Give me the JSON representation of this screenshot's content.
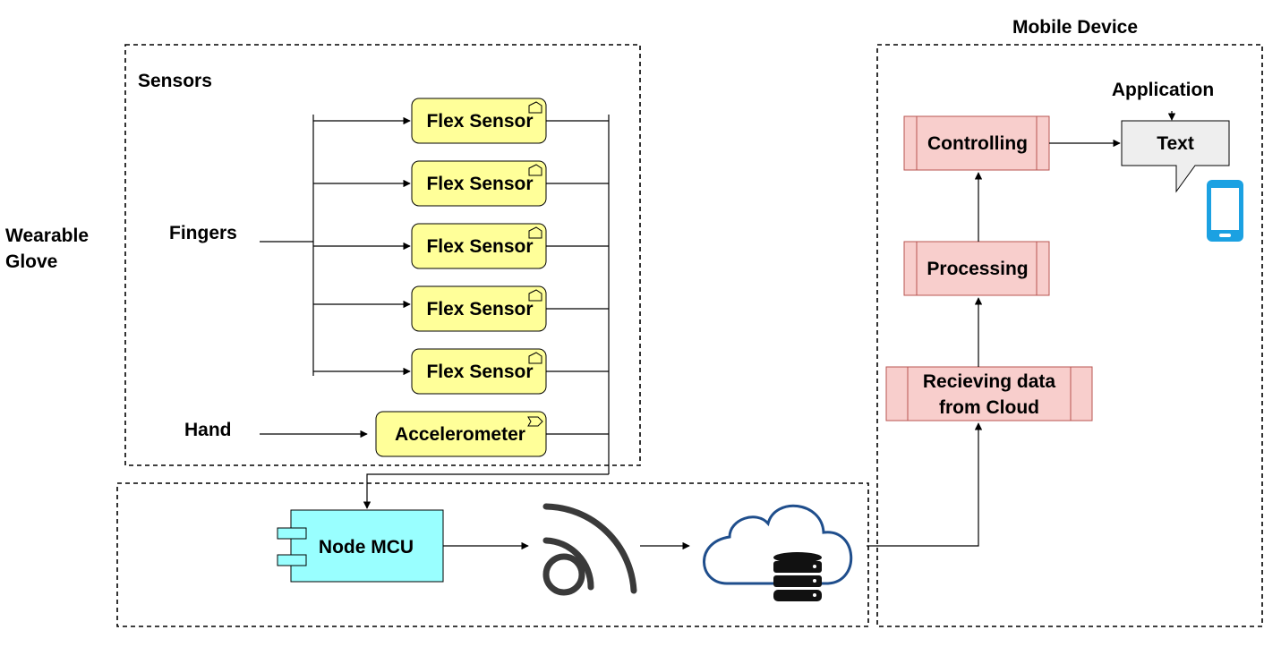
{
  "labels": {
    "wearable_glove": [
      "Wearable",
      "Glove"
    ],
    "sensors": "Sensors",
    "fingers": "Fingers",
    "hand": "Hand",
    "mobile_device": "Mobile Device",
    "application": "Application"
  },
  "sensors": {
    "flex": [
      "Flex Sensor",
      "Flex Sensor",
      "Flex Sensor",
      "Flex Sensor",
      "Flex Sensor"
    ],
    "accelerometer": "Accelerometer"
  },
  "module": {
    "node_mcu": "Node MCU"
  },
  "mobile": {
    "receiving": [
      "Recieving data",
      "from Cloud"
    ],
    "processing": "Processing",
    "controlling": "Controlling",
    "text": "Text"
  },
  "icons": [
    "wifi-icon",
    "cloud-database-icon",
    "smartphone-icon"
  ],
  "colors": {
    "sensor_fill": "#ffff99",
    "sensor_stroke": "#000000",
    "mcu_fill": "#99ffff",
    "process_fill": "#f8cecc",
    "process_stroke": "#b85450",
    "callout_fill": "#eeeeee",
    "wifi_stroke": "#3a3a3a",
    "cloud_stroke": "#1f4e8c",
    "phone_color": "#1ba1e2"
  }
}
